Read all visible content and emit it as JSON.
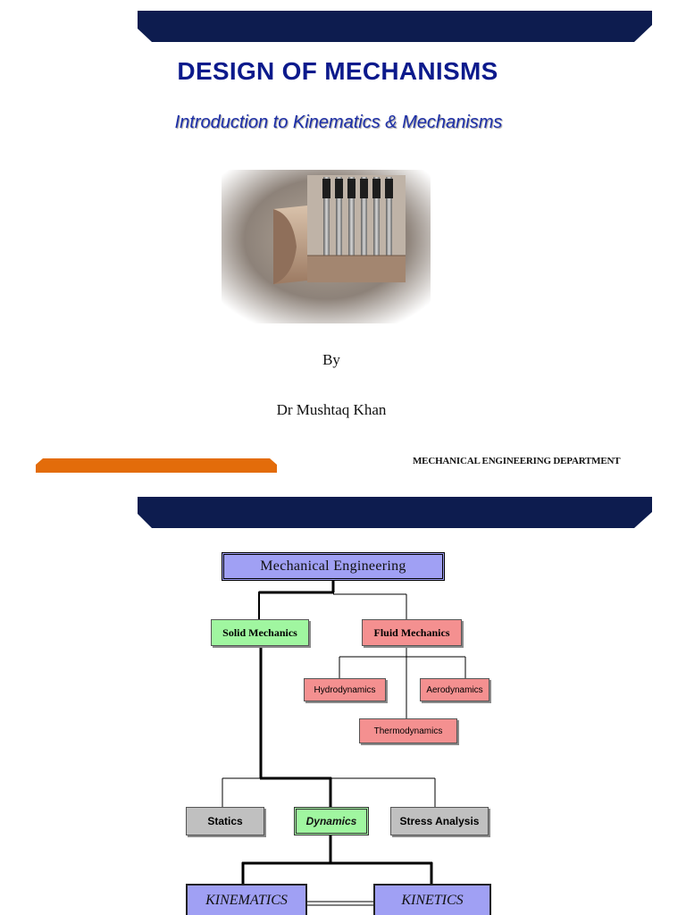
{
  "colors": {
    "banner_navy": "#0d1c4f",
    "orange_bar": "#e36c0a",
    "title_blue": "#0c1a8c",
    "box_blue": "#a0a0f4",
    "box_green": "#a0f6a0",
    "box_red": "#f49090",
    "box_gray": "#c0c0c0"
  },
  "slide1": {
    "title": "DESIGN OF MECHANISMS",
    "subtitle": "Introduction to Kinematics & Mechanisms",
    "by_label": "By",
    "author": "Dr Mushtaq Khan",
    "department": "MECHANICAL ENGINEERING DEPARTMENT"
  },
  "slide2": {
    "chart": {
      "root": "Mechanical Engineering",
      "solid": "Solid Mechanics",
      "fluid": "Fluid Mechanics",
      "hydro": "Hydrodynamics",
      "aero": "Aerodynamics",
      "thermo": "Thermodynamics",
      "statics": "Statics",
      "dynamics": "Dynamics",
      "stress": "Stress Analysis",
      "kinematics": "KINEMATICS",
      "kinetics": "KINETICS"
    }
  }
}
